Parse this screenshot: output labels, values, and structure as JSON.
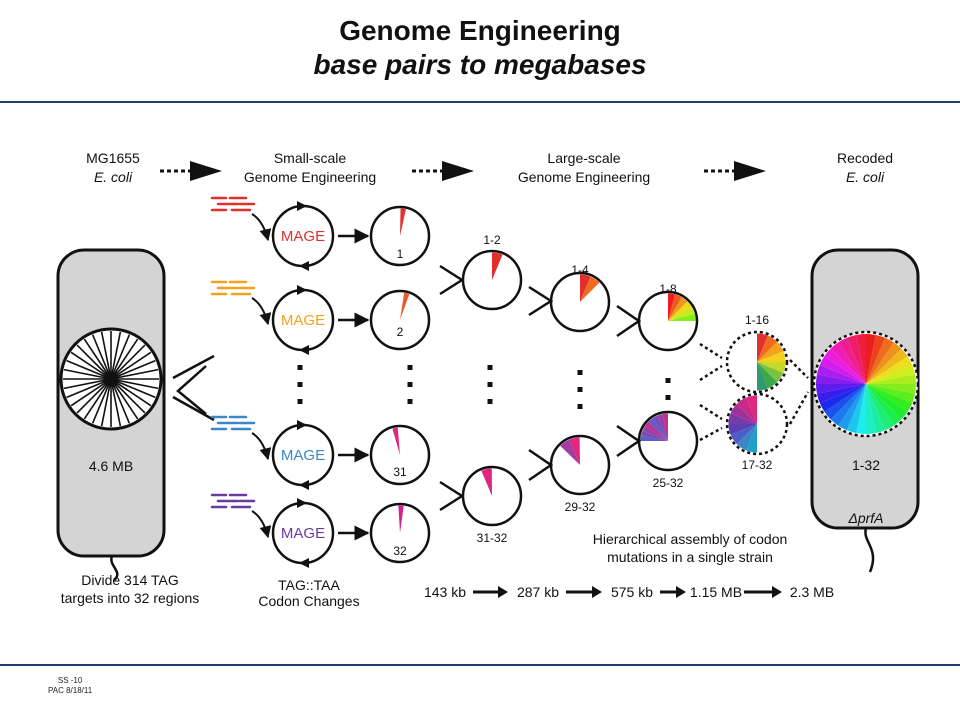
{
  "title": {
    "line1": "Genome Engineering",
    "line2": "base pairs to megabases"
  },
  "footer": {
    "line1": "SS -10",
    "line2": "PAC 8/18/11"
  },
  "header": {
    "start_1": "MG1655",
    "start_2": "E. coli",
    "small_1": "Small-scale",
    "small_2": "Genome Engineering",
    "large_1": "Large-scale",
    "large_2": "Genome Engineering",
    "end_1": "Recoded",
    "end_2": "E. coli"
  },
  "left_cell": {
    "size_label": "4.6 MB",
    "caption_1": "Divide 314 TAG",
    "caption_2": "targets into 32 regions"
  },
  "right_cell": {
    "label": "1-32",
    "gene_label": "ΔprfA"
  },
  "mage": {
    "label": "MAGE",
    "colors": [
      "#e2302f",
      "#f4a21b",
      "#3a86c8",
      "#6b3aa0"
    ]
  },
  "stage1": {
    "labels": [
      "1",
      "2",
      "31",
      "32"
    ]
  },
  "stage2": {
    "labels": [
      "1-2",
      "31-32"
    ]
  },
  "stage3": {
    "labels": [
      "1-4",
      "29-32"
    ]
  },
  "stage4": {
    "labels": [
      "1-8",
      "25-32"
    ]
  },
  "stage5": {
    "labels": [
      "1-16",
      "17-32"
    ]
  },
  "codon_caption": {
    "line1": "TAG::TAA",
    "line2": "Codon Changes"
  },
  "assembly_caption": {
    "line1": "Hierarchical assembly of codon",
    "line2": "mutations in a single strain"
  },
  "sizes": [
    "143 kb",
    "287 kb",
    "575 kb",
    "1.15 MB",
    "2.3 MB"
  ]
}
